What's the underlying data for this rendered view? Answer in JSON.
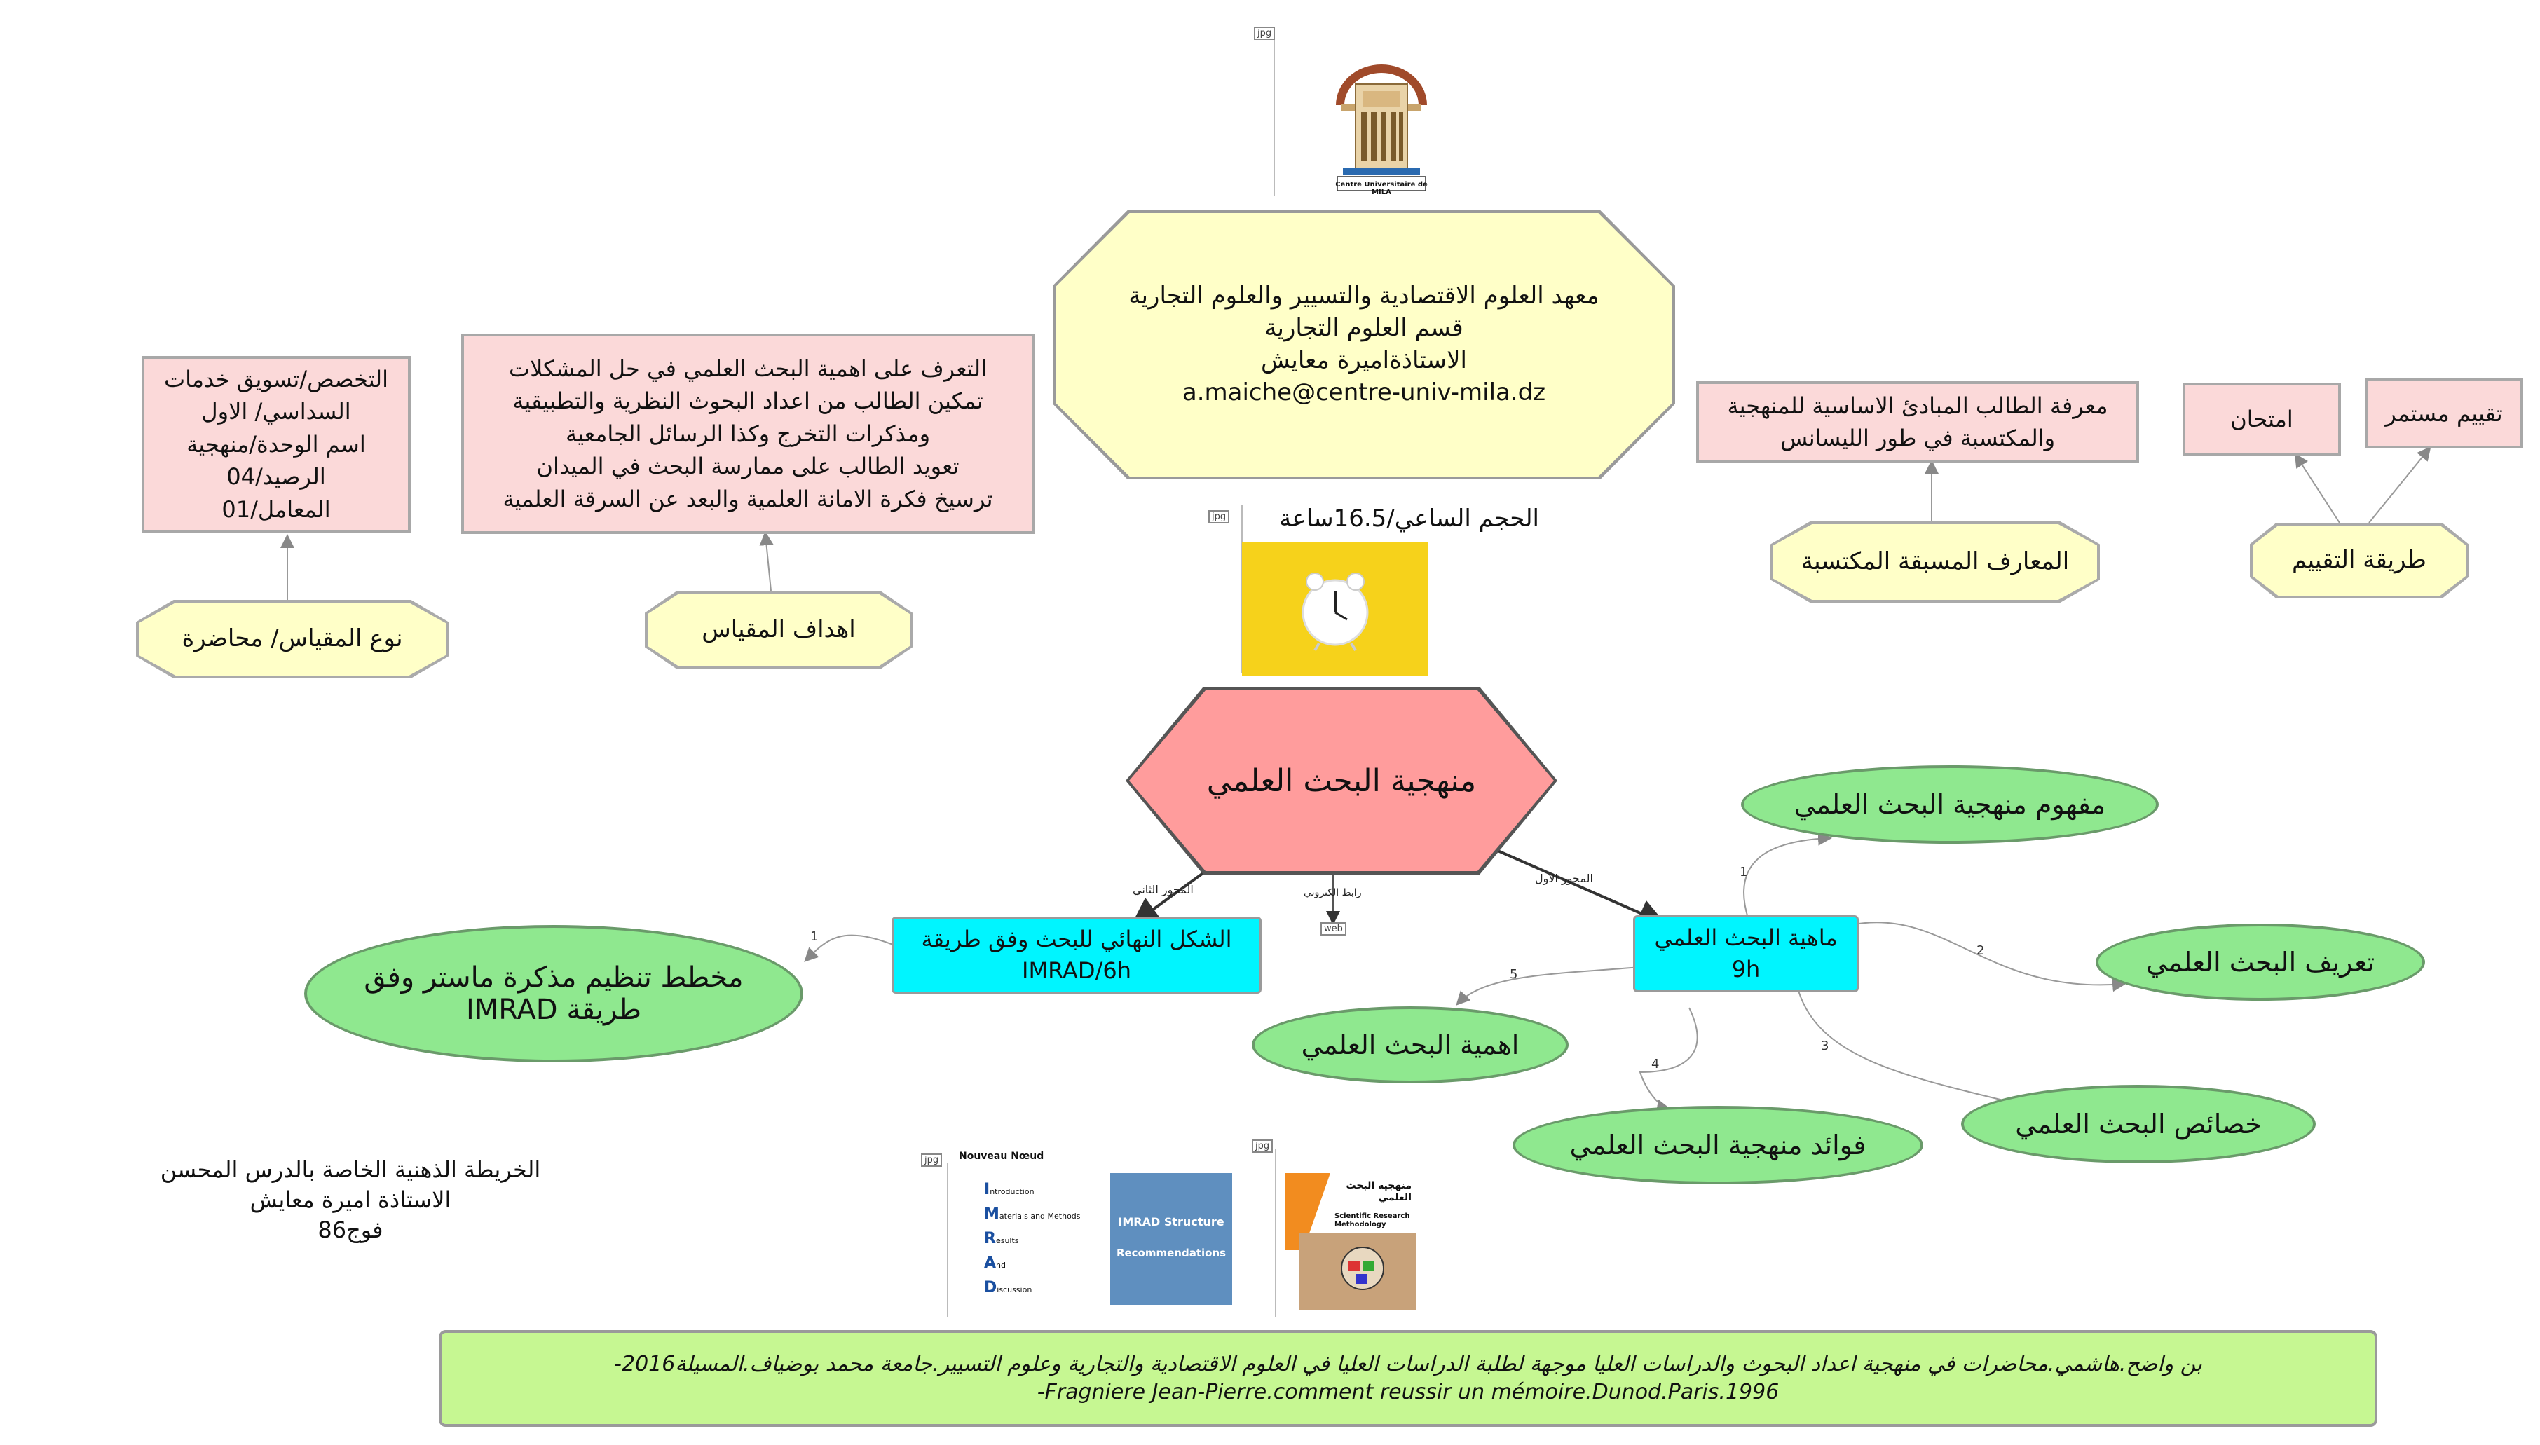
{
  "central": {
    "label": "منهجية البحث العلمي"
  },
  "institute": {
    "lines": [
      "معهد العلوم الاقتصادية والتسيير والعلوم التجارية",
      "قسم العلوم التجارية",
      "الاستاذةاميرة معايش",
      "a.maiche@centre-univ-mila.dz"
    ]
  },
  "logo": {
    "caption": "Centre Universitaire de MILA",
    "tag": "jpg"
  },
  "volume": {
    "label": "الحجم الساعي/16.5ساعة",
    "tag": "jpg"
  },
  "module_type": {
    "label": "نوع المقياس/ محاضرة",
    "details": [
      "التخصص/تسويق خدمات",
      "السداسي/ الاول",
      "اسم الوحدة/منهجية",
      "الرصيد/04",
      "المعامل/01"
    ]
  },
  "objectives": {
    "label": "اهداف المقياس",
    "details": [
      "التعرف على اهمية البحث العلمي في حل المشكلات",
      "تمكين الطالب من اعداد البحوث النظرية والتطبيقية",
      "ومذكرات التخرج وكذا الرسائل الجامعية",
      "تعويد الطالب على ممارسة البحث في الميدان",
      "ترسيخ فكرة الامانة العلمية والبعد عن السرقة العلمية"
    ]
  },
  "prior_knowledge": {
    "label": "المعارف المسبقة المكتسبة",
    "details": [
      "معرفة الطالب المبادئ الاساسية للمنهجية",
      "والمكتسبة في طور الليسانس"
    ]
  },
  "evaluation": {
    "label": "طريقة التقييم",
    "options": [
      "امتحان",
      "تقييم مستمر"
    ]
  },
  "axis1": {
    "edge_label": "المحور الاول",
    "title": "ماهية البحث العلمي",
    "hours": "9h",
    "children": [
      {
        "num": "1",
        "label": "مفهوم منهجية البحث العلمي"
      },
      {
        "num": "2",
        "label": "تعريف البحث العلمي"
      },
      {
        "num": "3",
        "label": "خصائص البحث العلمي"
      },
      {
        "num": "4",
        "label": "فوائد منهجية البحث العلمي"
      },
      {
        "num": "5",
        "label": "اهمية البحث العلمي"
      }
    ]
  },
  "axis2": {
    "edge_label": "المحور الثاني",
    "title": "الشكل النهائي للبحث وفق طريقة",
    "hours": "IMRAD/6h",
    "children": [
      {
        "num": "1",
        "label_line1": "مخطط تنظيم مذكرة ماستر وفق",
        "label_line2": "طريقة IMRAD"
      }
    ]
  },
  "web_link": {
    "edge_label": "رابط الكتروني",
    "tag": "web"
  },
  "thumbnails": [
    {
      "tag": "jpg",
      "title": "Nouveau Nœud",
      "letters": [
        "I",
        "M",
        "R",
        "A",
        "D"
      ],
      "words": [
        "ntroduction",
        "aterials and Methods",
        "esults",
        "nd",
        "iscussion"
      ]
    },
    {
      "title": "IMRAD Structure",
      "subtitle": "Recommendations"
    },
    {
      "tag": "jpg",
      "title_ar": "منهجية البحث العلمي",
      "title_en": "Scientific Research Methodology"
    }
  ],
  "author_note": {
    "lines": [
      "الخريطة الذهنية الخاصة بالدرس المحسن",
      "الاستاذة اميرة معايش",
      "فوج86"
    ]
  },
  "references": {
    "lines": [
      "بن واضح.هاشمي.محاضرات في منهجية اعداد البحوث والدراسات العليا موجهة لطلبة الدراسات العليا في العلوم الاقتصادية والتجارية وعلوم التسيير.جامعة محمد بوضياف.المسيلة2016-",
      "-Fragniere Jean-Pierre.comment reussir un mémoire.Dunod.Paris.1996"
    ]
  },
  "colors": {
    "octagon_fill": "#ffffc8",
    "pink_fill": "#fbd9d9",
    "central_fill": "#ff9c9c",
    "cyan_fill": "#00f5ff",
    "green_fill": "#8fe88f",
    "reference_fill": "#c6f792"
  }
}
